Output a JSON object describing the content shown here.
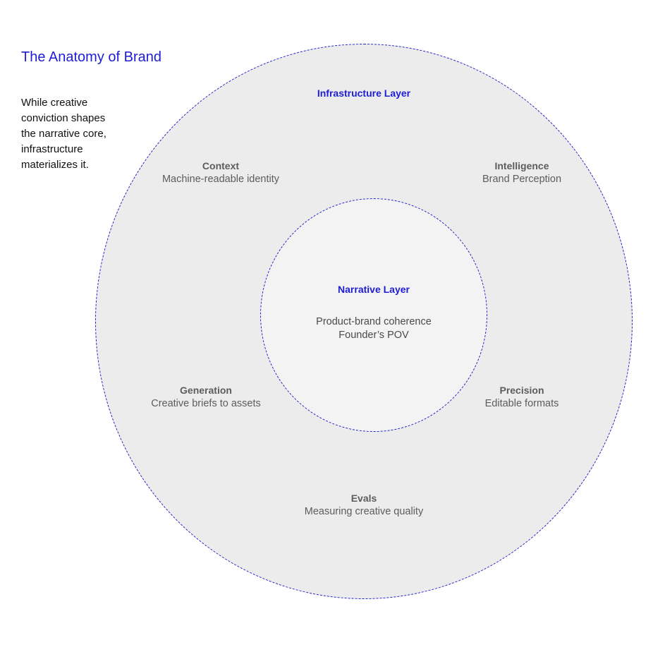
{
  "header": {
    "title": "The Anatomy of Brand",
    "intro_lines": [
      "While creative",
      "conviction shapes",
      "the narrative core,",
      "infrastructure",
      "materializes it."
    ]
  },
  "infrastructure": {
    "label": "Infrastructure Layer",
    "nodes": [
      {
        "name": "Context",
        "desc": "Machine-readable identity"
      },
      {
        "name": "Intelligence",
        "desc": "Brand Perception"
      },
      {
        "name": "Generation",
        "desc": "Creative briefs to assets"
      },
      {
        "name": "Precision",
        "desc": "Editable formats"
      },
      {
        "name": "Evals",
        "desc": "Measuring creative quality"
      }
    ]
  },
  "narrative": {
    "label": "Narrative Layer",
    "lines": [
      "Product-brand coherence",
      "Founder’s POV"
    ]
  },
  "colors": {
    "accent": "#1d1dd6",
    "outer_fill": "#ececec",
    "inner_fill": "#f3f3f3",
    "text_gray": "#5c5c5c"
  }
}
